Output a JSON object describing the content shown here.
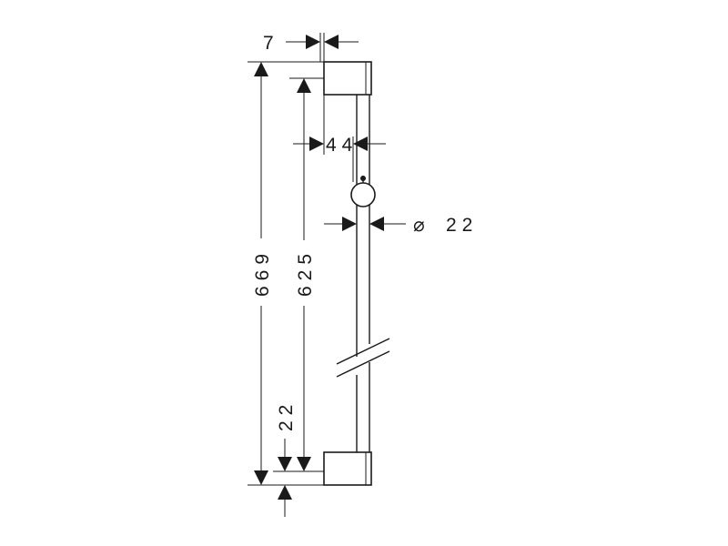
{
  "dimensions": {
    "total_height": "669",
    "rail_length": "625",
    "bottom_offset": "22",
    "bracket_width": "7",
    "wall_distance": "44",
    "diameter_symbol": "⌀",
    "rail_diameter": "22"
  }
}
